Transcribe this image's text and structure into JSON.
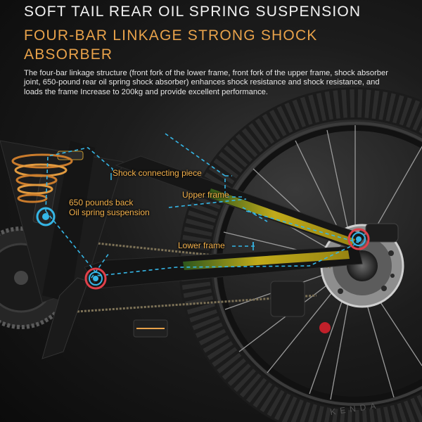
{
  "headline": {
    "line1": "SOFT TAIL REAR OIL SPRING SUSPENSION",
    "line2": "FOUR-BAR LINKAGE STRONG SHOCK",
    "line3": "ABSORBER"
  },
  "description": "The four-bar linkage structure (front fork of the lower frame, front fork of the upper frame, shock absorber joint, 650-pound rear oil spring shock absorber) enhances shock resistance and shock resistance, and loads the frame Increase to 200kg and provide excellent performance.",
  "callouts": {
    "shock_connecting_piece": "Shock connecting piece",
    "upper_frame": "Upper frame",
    "back_spring_line1": "650 pounds back",
    "back_spring_line2": "Oil spring suspension",
    "lower_frame": "Lower frame"
  },
  "tire_text": "KENDA",
  "colors": {
    "accent_orange": "#e8a24a",
    "callout_line": "#35b6e6",
    "frame_stripe": "#b7b21a",
    "marker_red": "#e0404a"
  }
}
